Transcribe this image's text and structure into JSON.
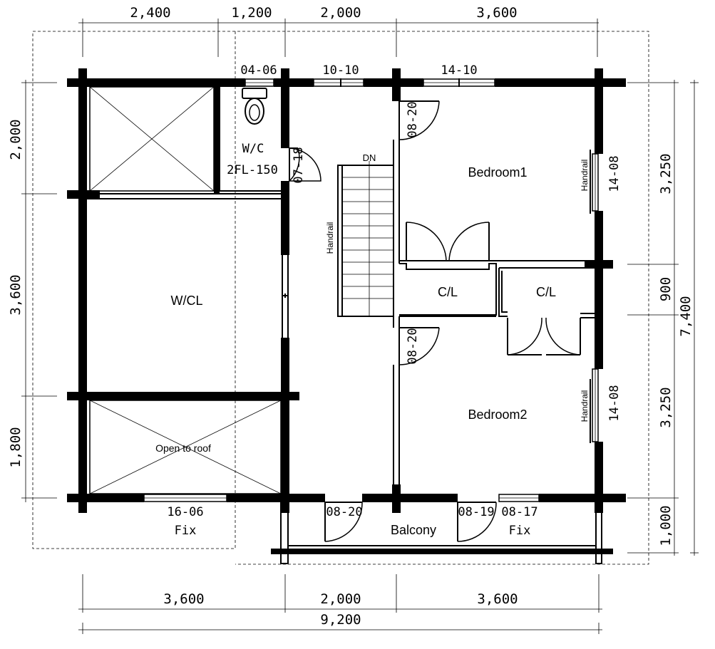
{
  "dimensions": {
    "top": [
      "2,400",
      "1,200",
      "2,000",
      "3,600"
    ],
    "bottom": [
      "3,600",
      "2,000",
      "3,600"
    ],
    "bottom_total": "9,200",
    "left": [
      "2,000",
      "3,600",
      "1,800"
    ],
    "right": [
      "3,250",
      "900",
      "3,250",
      "1,000"
    ],
    "right_total": "7,400"
  },
  "rooms": {
    "wc": "W/C",
    "wc_floor": "2FL-150",
    "walk_in_closet": "W/CL",
    "bedroom1": "Bedroom1",
    "bedroom2": "Bedroom2",
    "closet1": "C/L",
    "closet2": "C/L",
    "open_to_roof": "Open to roof",
    "balcony": "Balcony",
    "stairs_down": "DN"
  },
  "handrails": {
    "stair": "Handrail",
    "bedroom1": "Handrail",
    "bedroom2": "Handrail"
  },
  "openings": {
    "w_0406": "04-06",
    "w_1010": "10-10",
    "w_1410_top": "14-10",
    "d_0820_bed1": "08-20",
    "d_0718": "07-18",
    "w_1408_bed1": "14-08",
    "w_1408_bed2": "14-08",
    "d_0820_bed2": "08-20",
    "w_1606": "16-06",
    "w_1606_fix": "Fix",
    "d_0820_balcony": "08-20",
    "d_0819": "08-19",
    "w_0817": "08-17",
    "w_0817_fix": "Fix"
  }
}
